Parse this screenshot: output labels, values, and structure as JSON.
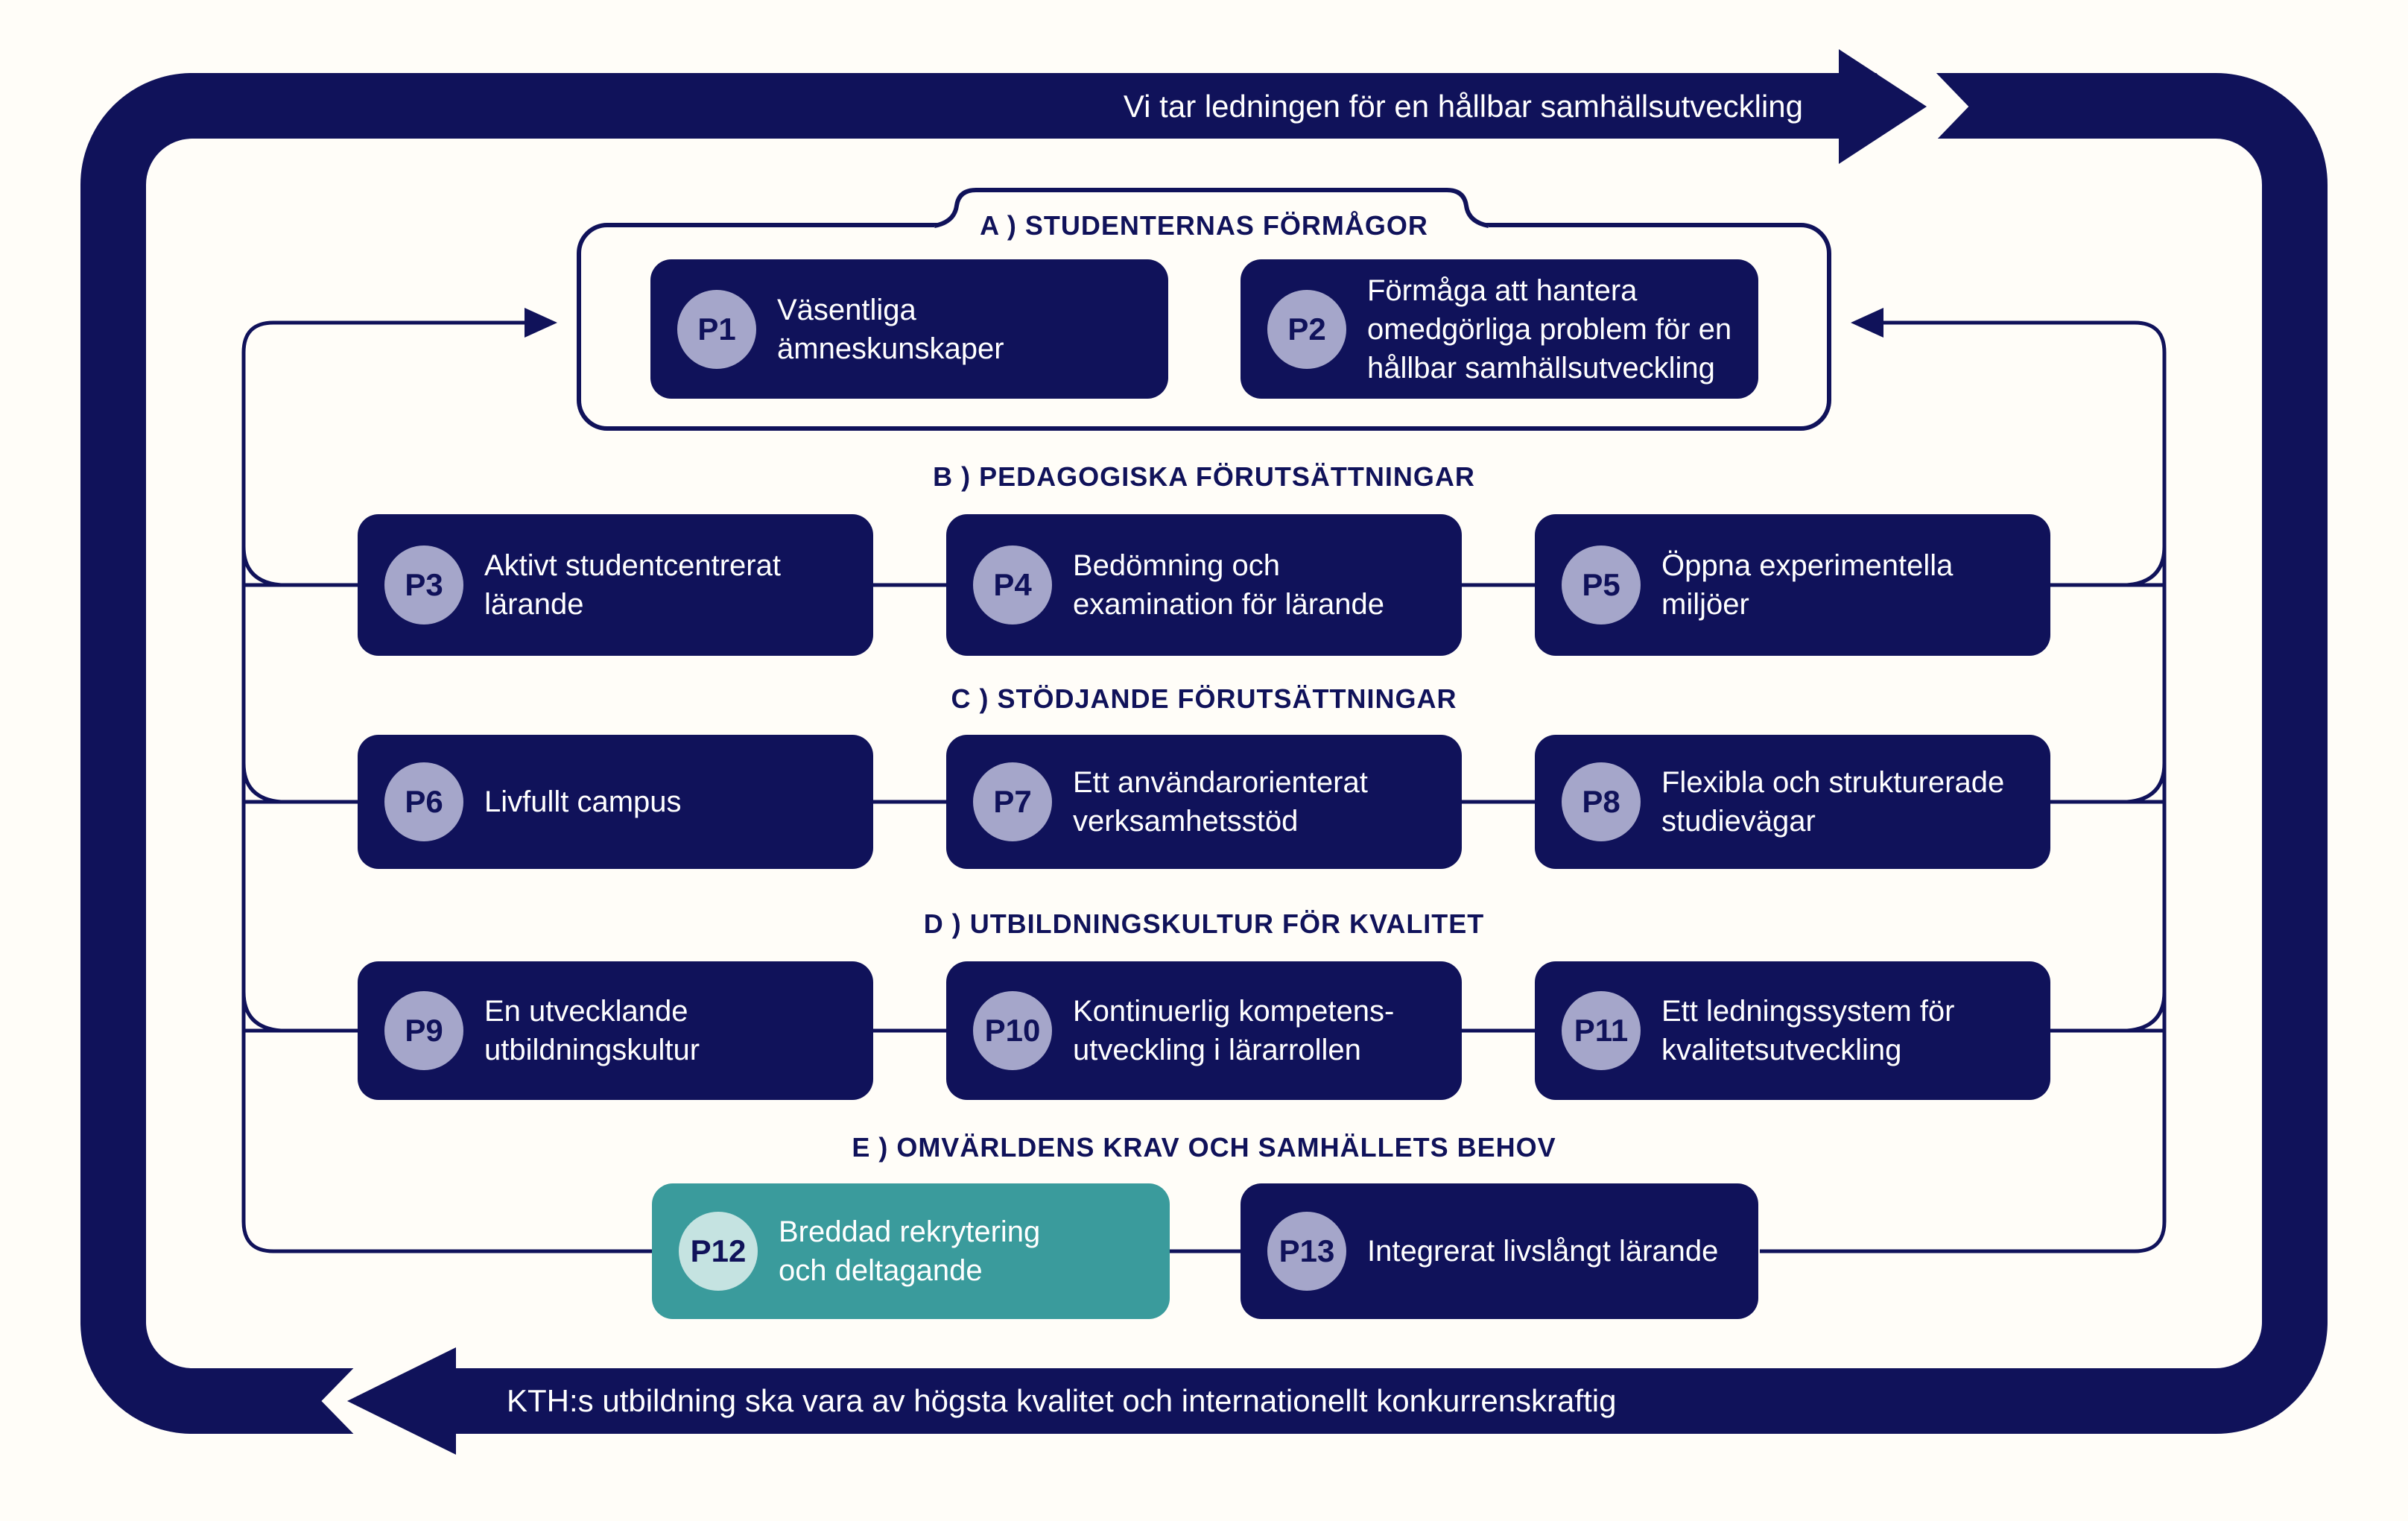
{
  "colors": {
    "navy": "#10125a",
    "teal": "#3a9b9c",
    "lavender_badge": "#a5a6ca",
    "mint_badge": "#c5e3e1",
    "background": "#fffdf8",
    "text_on_dark": "#ffffff"
  },
  "top_banner": {
    "text": "Vi tar ledningen för en hållbar samhällsutveckling",
    "direction": "right"
  },
  "bottom_banner": {
    "text": "KTH:s utbildning ska vara av högsta kvalitet och internationellt konkurrenskraftig",
    "direction": "left"
  },
  "sections": {
    "a": {
      "label": "A )  STUDENTERNAS FÖRMÅGOR"
    },
    "b": {
      "label": "B )  PEDAGOGISKA FÖRUTSÄTTNINGAR"
    },
    "c": {
      "label": "C )  STÖDJANDE FÖRUTSÄTTNINGAR"
    },
    "d": {
      "label": "D )  UTBILDNINGSKULTUR FÖR KVALITET"
    },
    "e": {
      "label": "E )  OMVÄRLDENS KRAV OCH SAMHÄLLETS BEHOV"
    }
  },
  "boxes": [
    {
      "id": "P1",
      "label": "Väsentliga ämneskunskaper",
      "section": "A"
    },
    {
      "id": "P2",
      "label": "Förmåga att hantera omedgörliga problem för en hållbar samhällsutveckling",
      "section": "A"
    },
    {
      "id": "P3",
      "label": "Aktivt studentcentrerat lärande",
      "section": "B"
    },
    {
      "id": "P4",
      "label": "Bedömning och examination för lärande",
      "section": "B"
    },
    {
      "id": "P5",
      "label": "Öppna experimentella miljöer",
      "section": "B"
    },
    {
      "id": "P6",
      "label": "Livfullt campus",
      "section": "C"
    },
    {
      "id": "P7",
      "label": "Ett användarorienterat verksamhetsstöd",
      "section": "C"
    },
    {
      "id": "P8",
      "label": "Flexibla och strukturerade studievägar",
      "section": "C"
    },
    {
      "id": "P9",
      "label": "En utvecklande utbildningskultur",
      "section": "D"
    },
    {
      "id": "P10",
      "label": "Kontinuerlig kompetens-utveckling i lärarrollen",
      "section": "D"
    },
    {
      "id": "P11",
      "label": "Ett ledningssystem för kvalitetsutveckling",
      "section": "D"
    },
    {
      "id": "P12",
      "label": "Breddad rekrytering och deltagande",
      "section": "E",
      "highlight": true
    },
    {
      "id": "P13",
      "label": "Integrerat livslångt lärande",
      "section": "E"
    }
  ]
}
